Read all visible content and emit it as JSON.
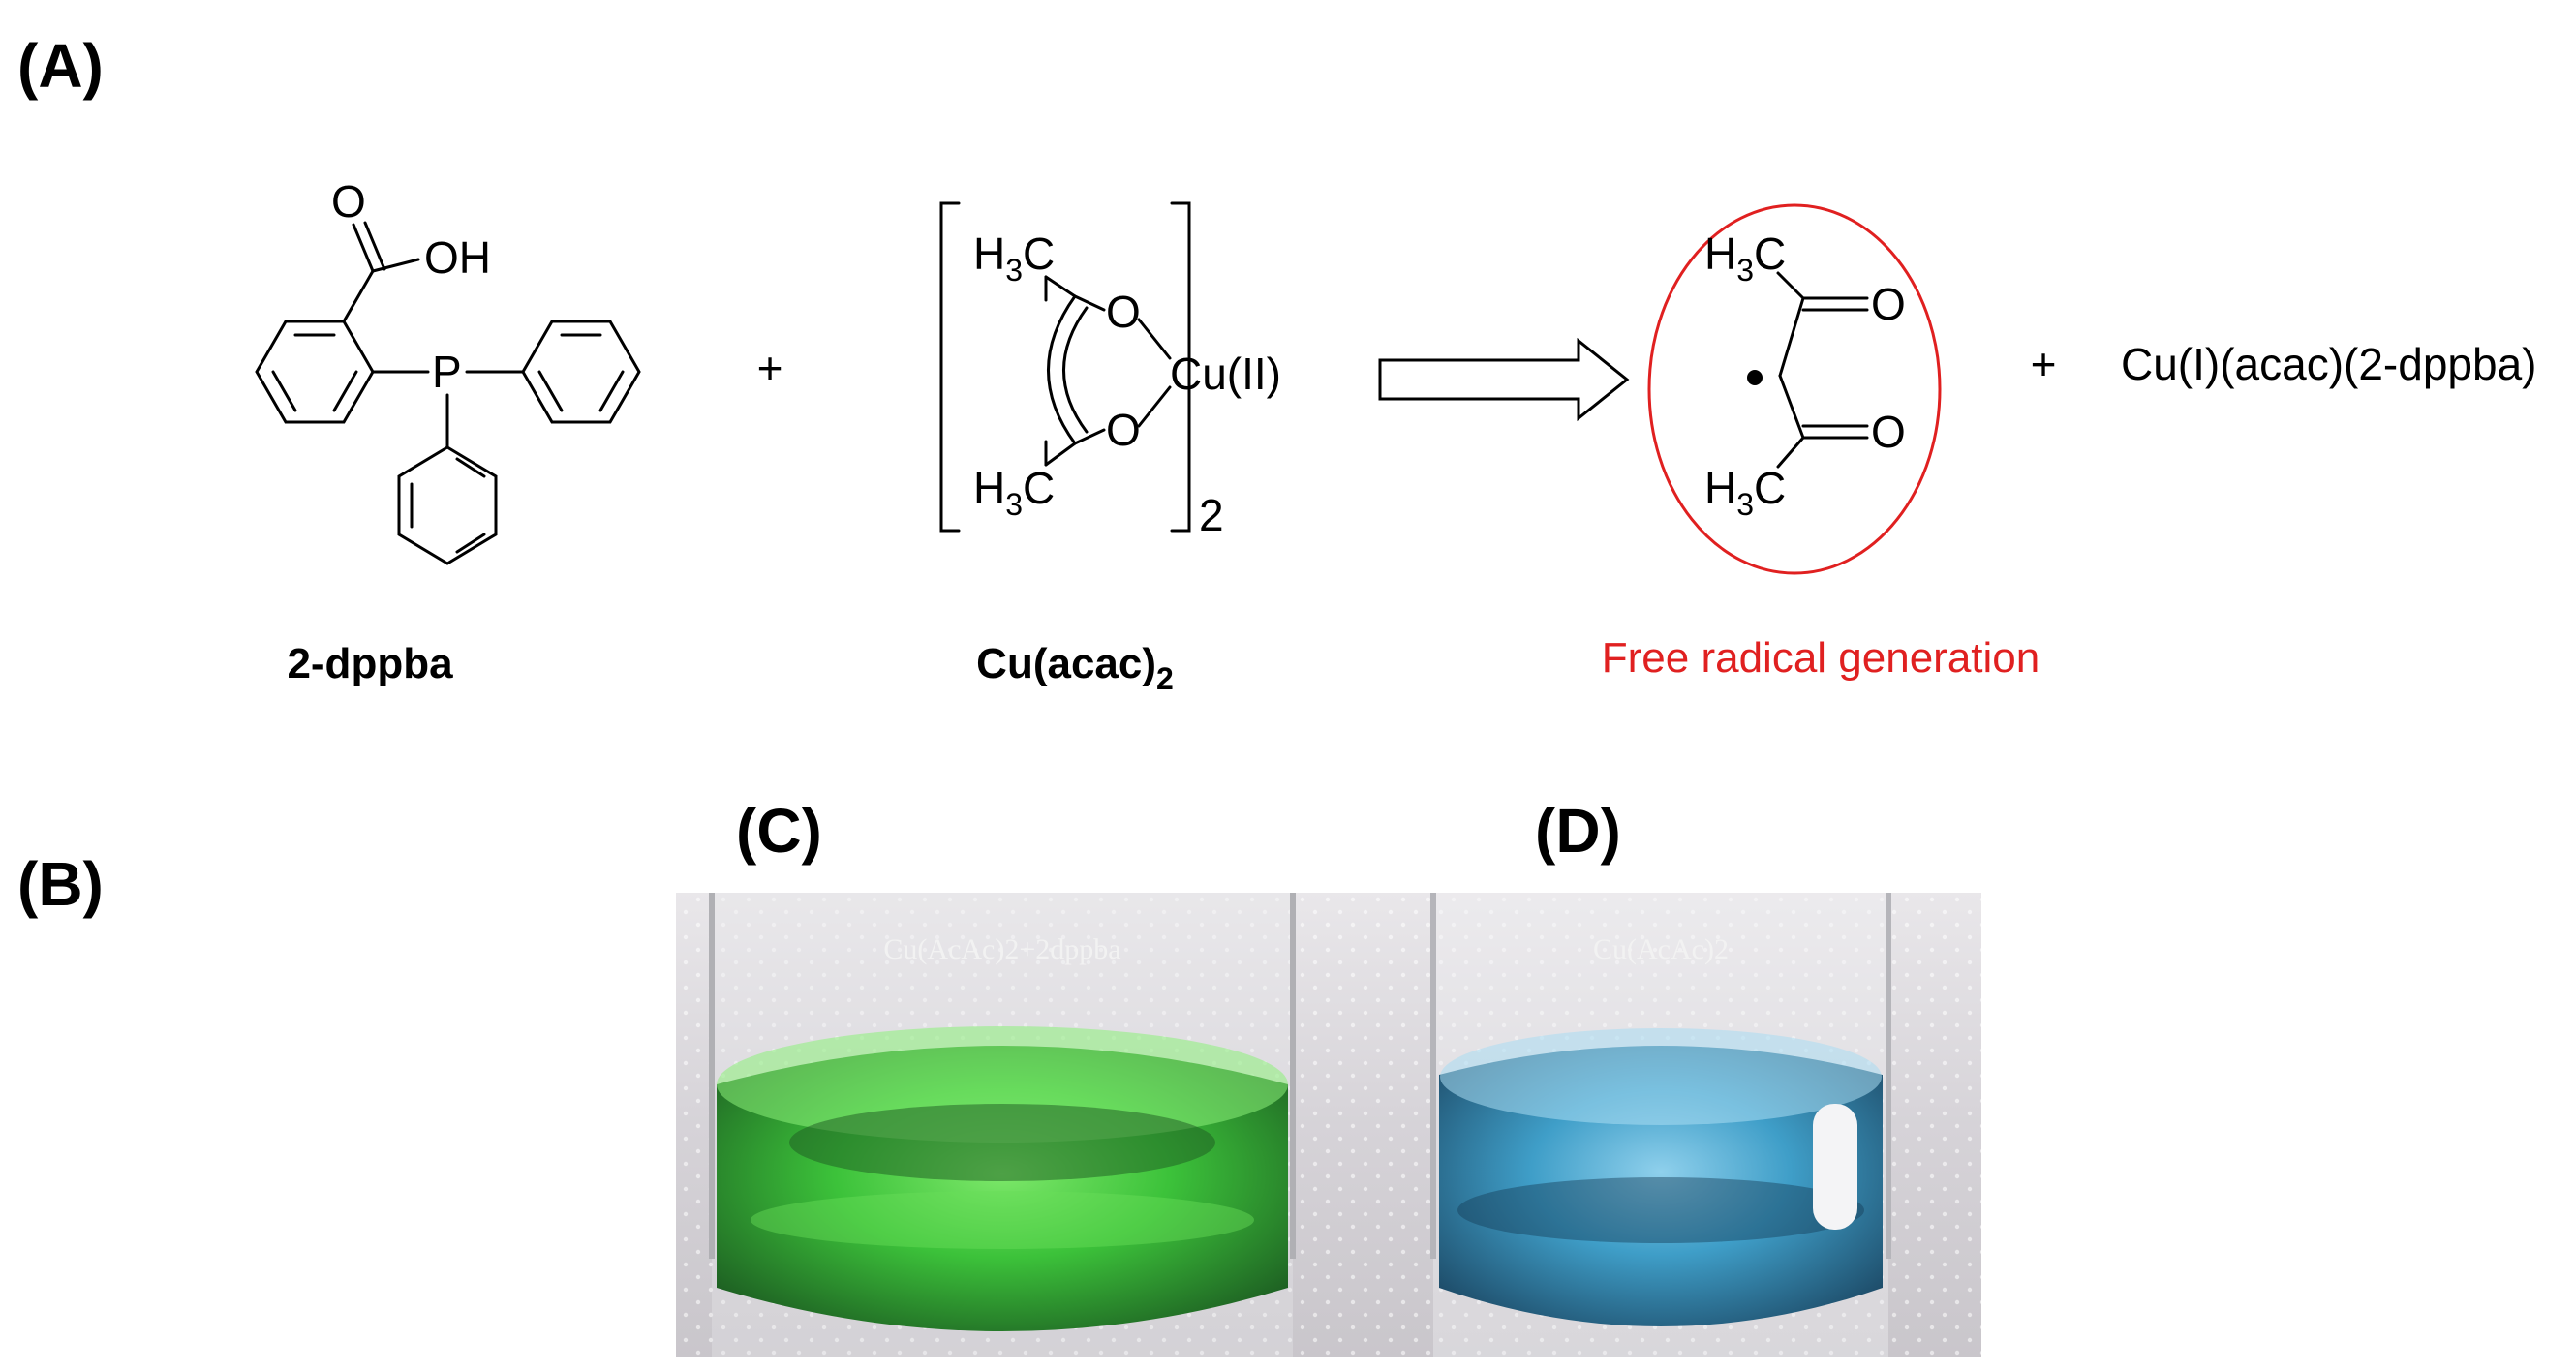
{
  "panels": {
    "a": "(A)",
    "b": "(B)",
    "c": "(C)",
    "d": "(D)"
  },
  "reaction": {
    "plus": "+",
    "reactant1": {
      "name": "2-dppba",
      "atoms": {
        "oxygen": "O",
        "hydroxyl": "OH",
        "phosphorus": "P"
      }
    },
    "reactant2": {
      "name_main": "Cu(acac)",
      "name_sub": "2",
      "atoms": {
        "methyl_h": "H",
        "methyl_sub": "3",
        "methyl_c": "C",
        "oxygen": "O",
        "metal": "Cu(II)",
        "bracket_sub": "2"
      }
    },
    "radical": {
      "atoms": {
        "methyl_h": "H",
        "methyl_sub": "3",
        "methyl_c": "C",
        "oxygen": "O"
      },
      "caption": "Free radical generation",
      "highlight_color": "#e02020"
    },
    "product": "Cu(I)(acac)(2-dppba)"
  },
  "photos": {
    "left_vial_label": "Cu(AcAc)2+2dppba",
    "right_vial_label": "Cu(AcAc)2",
    "left_solution_color": "#3cc23a",
    "right_solution_color": "#3f9ec8"
  }
}
